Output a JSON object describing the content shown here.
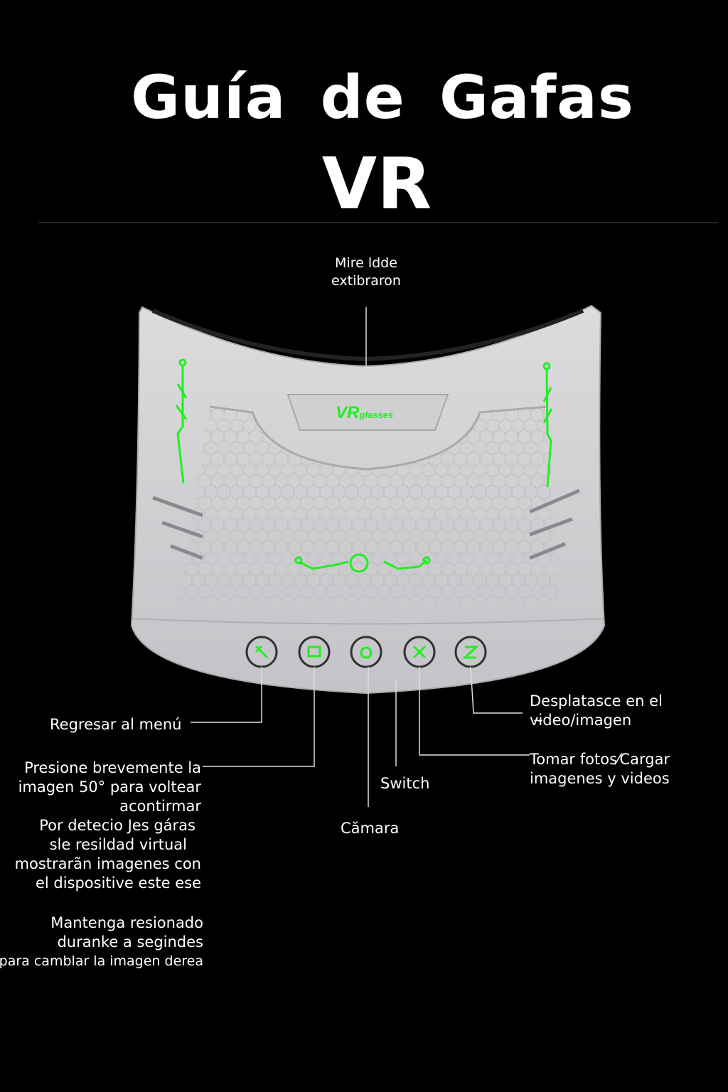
{
  "title": {
    "line1": "Guía de Gafas",
    "line2": "VR"
  },
  "top_label": {
    "line1": "Mire ldde",
    "line2": "extibraron"
  },
  "logo": "VRglasses",
  "buttons": [
    {
      "icon": "back-icon",
      "label": "Regresar al menú"
    },
    {
      "icon": "photo-icon",
      "label": [
        "Presione brevemente la",
        "imagen 50° para voltear",
        "acontirmar",
        "Por detecio  Jes gáras",
        "sle resildad virtual",
        "mostrarãn imagenes con",
        "el dispositive este ese"
      ]
    },
    {
      "icon": "power-icon",
      "label": "Cămara"
    },
    {
      "icon": "camera-icon",
      "label": [
        "Tomar fotos⁄Cargar",
        "imagenes y videos"
      ]
    },
    {
      "icon": "scroll-icon",
      "label": [
        "Desplatasce en el",
        "vi̴deo/imagen"
      ]
    }
  ],
  "switch_label": "Switch",
  "hold_note": [
    "Mantenga resionado",
    "duranke a segindes",
    "para camblar la imagen derea"
  ],
  "colors": {
    "accent": "#22ee22",
    "body": "#d2d2d4",
    "line": "#dddddd"
  }
}
